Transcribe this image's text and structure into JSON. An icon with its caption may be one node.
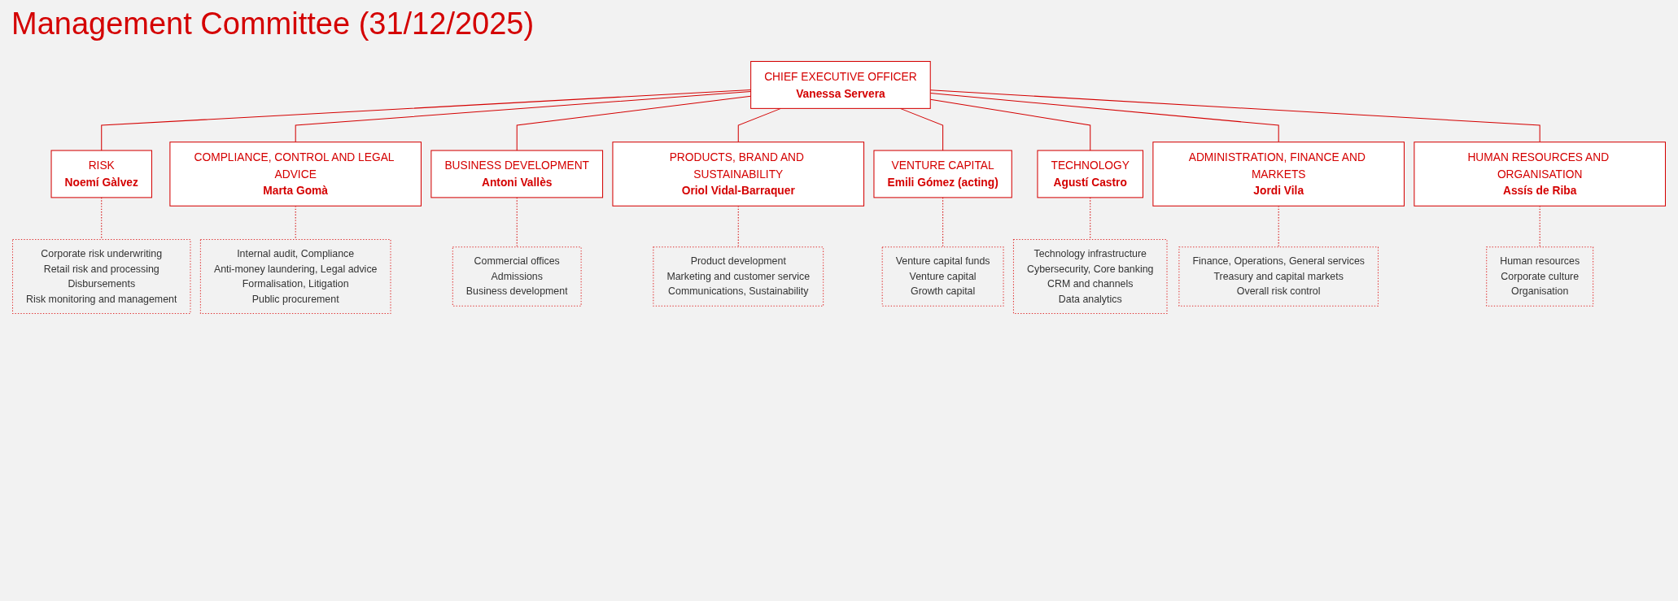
{
  "diagram": {
    "title": "Management Committee (31/12/2025)",
    "nodes": [
      {
        "text": [
          "CHIEF EXECUTIVE OFFICER",
          "Vanessa Servera"
        ]
      },
      {
        "text": [
          "Corporate risk underwriting",
          "Retail risk and processing",
          "Disbursements",
          "Risk monitoring and management"
        ]
      },
      {
        "text": [
          "RISK",
          "Noemí Gàlvez"
        ]
      },
      {
        "text": [
          "COMPLIANCE, CONTROL AND LEGAL ADVICE",
          "Marta Gomà"
        ]
      },
      {
        "text": [
          "Internal audit, Compliance",
          "Anti-money laundering, Legal advice",
          "Formalisation, Litigation",
          "Public procurement"
        ]
      },
      {
        "text": [
          "Commercial offices",
          "Admissions",
          "Business development"
        ]
      },
      {
        "text": [
          "BUSINESS DEVELOPMENT",
          "Antoni Vallès"
        ]
      },
      {
        "text": [
          "PRODUCTS, BRAND AND SUSTAINABILITY",
          "Oriol Vidal-Barraquer"
        ]
      },
      {
        "text": [
          "Product development",
          "Marketing and customer service",
          "Communications, Sustainability"
        ]
      },
      {
        "text": [
          "Venture capital funds",
          "Venture capital",
          "Growth capital"
        ]
      },
      {
        "text": [
          "VENTURE CAPITAL",
          "Emili Gómez (acting)"
        ]
      },
      {
        "text": [
          "TECHNOLOGY",
          "Agustí Castro"
        ]
      },
      {
        "text": [
          "Technology infrastructure",
          "Cybersecurity, Core banking",
          "CRM and channels",
          "Data analytics"
        ]
      },
      {
        "text": [
          "Finance, Operations, General services",
          "Treasury and capital markets",
          "Overall risk control"
        ]
      },
      {
        "text": [
          "ADMINISTRATION, FINANCE AND MARKETS",
          "Jordi Vila"
        ]
      },
      {
        "text": [
          "HUMAN RESOURCES AND ORGANISATION",
          "Assís de Riba"
        ]
      },
      {
        "text": [
          "Human resources",
          "Corporate culture",
          "Organisation"
        ]
      }
    ],
    "edges": [
      {
        "from": 0,
        "to": 2,
        "arrow": "none"
      },
      {
        "from": 2,
        "to": 1,
        "arrow": "none",
        "style": "dashed"
      },
      {
        "from": 0,
        "to": 3,
        "arrow": "none"
      },
      {
        "from": 3,
        "to": 4,
        "arrow": "none",
        "style": "dashed"
      },
      {
        "from": 0,
        "to": 6,
        "arrow": "none"
      },
      {
        "from": 6,
        "to": 5,
        "arrow": "none",
        "style": "dashed"
      },
      {
        "from": 0,
        "to": 7,
        "arrow": "none"
      },
      {
        "from": 7,
        "to": 8,
        "arrow": "none",
        "style": "dashed"
      },
      {
        "from": 0,
        "to": 10,
        "arrow": "none"
      },
      {
        "from": 10,
        "to": 9,
        "arrow": "none",
        "style": "dashed"
      },
      {
        "from": 0,
        "to": 11,
        "arrow": "none"
      },
      {
        "from": 11,
        "to": 12,
        "arrow": "none",
        "style": "dashed"
      },
      {
        "from": 0,
        "to": 14,
        "arrow": "none"
      },
      {
        "from": 14,
        "to": 13,
        "arrow": "none",
        "style": "dashed"
      },
      {
        "from": 0,
        "to": 15,
        "arrow": "none"
      },
      {
        "from": 15,
        "to": 16,
        "arrow": "none",
        "style": "dashed"
      }
    ]
  }
}
